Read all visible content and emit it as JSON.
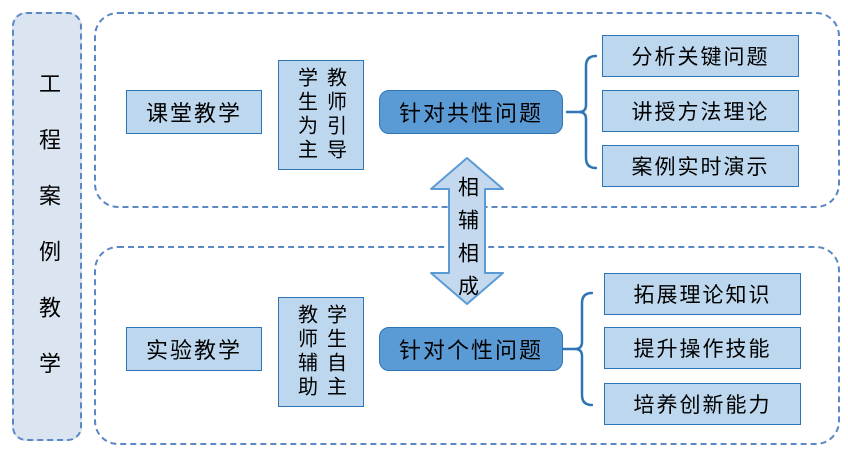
{
  "colors": {
    "light_fill": "#bdd7ee",
    "box_border": "#2e75b6",
    "dark_fill": "#5b9bd5",
    "sidebar_fill": "#dbe5f1",
    "dashed_border": "#5b87c5",
    "arrow_fill": "#c4d9ee",
    "arrow_border": "#5b9bd5",
    "text_color": "#000000"
  },
  "sidebar": {
    "label": "工程案例教学"
  },
  "arrow": {
    "label": "相辅相成"
  },
  "top_section": {
    "method": "课堂教学",
    "roles": [
      "学生为主",
      "教师引导"
    ],
    "focus": "针对共性问题",
    "outcomes": [
      "分析关键问题",
      "讲授方法理论",
      "案例实时演示"
    ]
  },
  "bottom_section": {
    "method": "实验教学",
    "roles": [
      "教师辅助",
      "学生自主"
    ],
    "focus": "针对个性问题",
    "outcomes": [
      "拓展理论知识",
      "提升操作技能",
      "培养创新能力"
    ]
  }
}
